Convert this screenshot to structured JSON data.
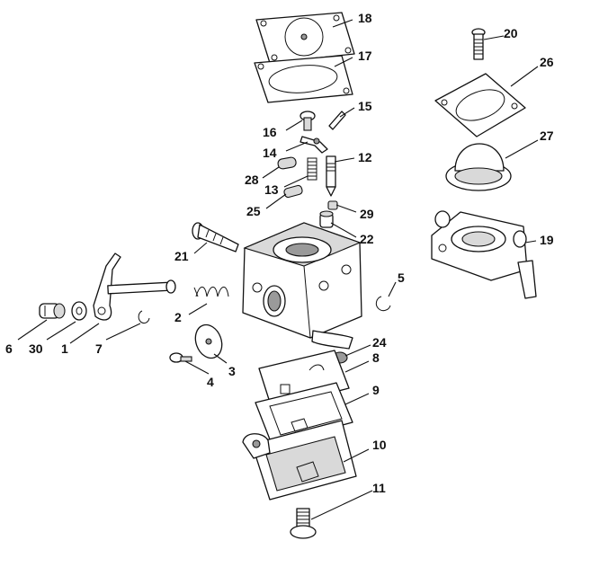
{
  "callouts": [
    {
      "id": "p18",
      "label": "18"
    },
    {
      "id": "p17",
      "label": "17"
    },
    {
      "id": "p16",
      "label": "16"
    },
    {
      "id": "p15",
      "label": "15"
    },
    {
      "id": "p14",
      "label": "14"
    },
    {
      "id": "p12",
      "label": "12"
    },
    {
      "id": "p28",
      "label": "28"
    },
    {
      "id": "p13",
      "label": "13"
    },
    {
      "id": "p25",
      "label": "25"
    },
    {
      "id": "p29",
      "label": "29"
    },
    {
      "id": "p22",
      "label": "22"
    },
    {
      "id": "p21",
      "label": "21"
    },
    {
      "id": "p5",
      "label": "5"
    },
    {
      "id": "p2",
      "label": "2"
    },
    {
      "id": "p6",
      "label": "6"
    },
    {
      "id": "p30",
      "label": "30"
    },
    {
      "id": "p1",
      "label": "1"
    },
    {
      "id": "p7",
      "label": "7"
    },
    {
      "id": "p3",
      "label": "3"
    },
    {
      "id": "p4",
      "label": "4"
    },
    {
      "id": "p24",
      "label": "24"
    },
    {
      "id": "p8",
      "label": "8"
    },
    {
      "id": "p9",
      "label": "9"
    },
    {
      "id": "p10",
      "label": "10"
    },
    {
      "id": "p11",
      "label": "11"
    },
    {
      "id": "p20",
      "label": "20"
    },
    {
      "id": "p26",
      "label": "26"
    },
    {
      "id": "p27",
      "label": "27"
    },
    {
      "id": "p19",
      "label": "19"
    }
  ]
}
